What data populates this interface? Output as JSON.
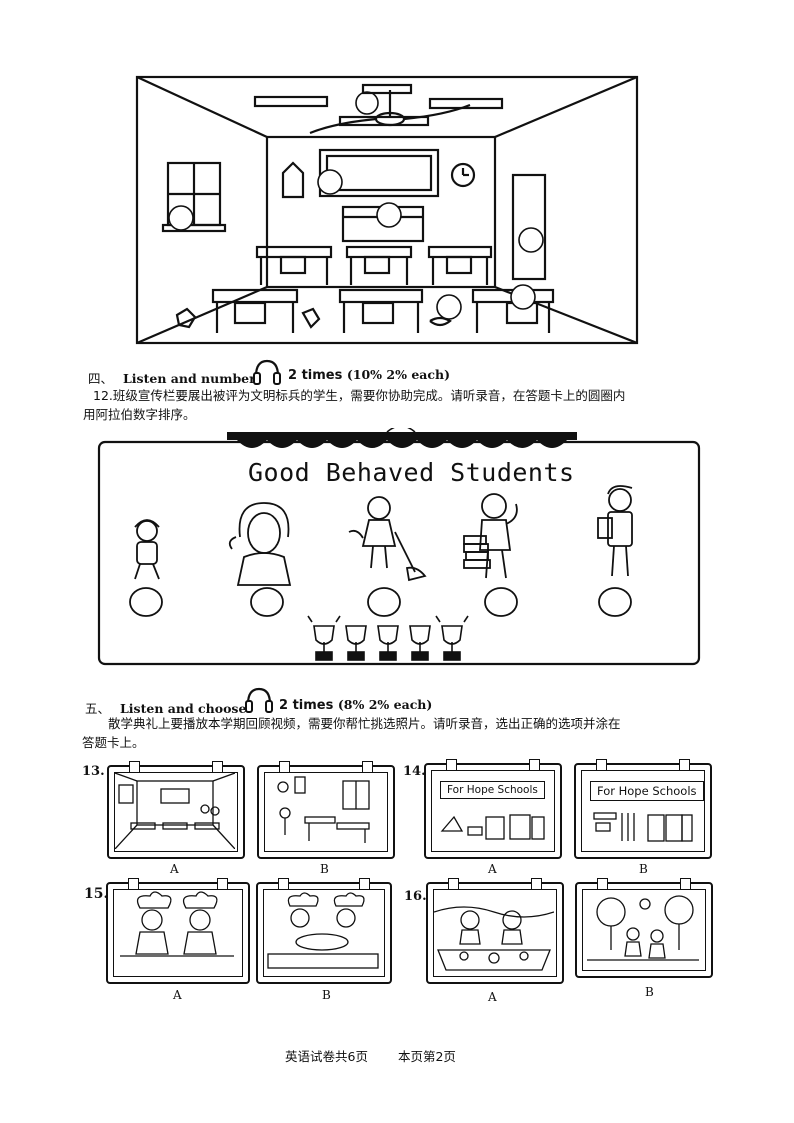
{
  "section4": {
    "number": "四、",
    "title": "Listen and number.",
    "times": "2 times",
    "scoring": "(10% 2% each)",
    "instruction_line1": "12.班级宣传栏要展出被评为文明标兵的学生，需要你协助完成。请听录音，在答题卡上的圆圈内",
    "instruction_line2": "用阿拉伯数字排序。",
    "board_title": "Good Behaved Students"
  },
  "section5": {
    "number": "五、",
    "title": "Listen and choose.",
    "times": "2 times",
    "scoring": "(8% 2% each)",
    "instruction_line1": "散学典礼上要播放本学期回顾视频，需要你帮忙挑选照片。请听录音，选出正确的选项并涂在",
    "instruction_line2": "答题卡上。",
    "questions": [
      {
        "number": "13.",
        "option_a": "A",
        "option_b": "B"
      },
      {
        "number": "14.",
        "option_a": "A",
        "option_b": "B",
        "sign_a": "For Hope Schools",
        "sign_b": "For Hope Schools"
      },
      {
        "number": "15.",
        "option_a": "A",
        "option_b": "B"
      },
      {
        "number": "16.",
        "option_a": "A",
        "option_b": "B"
      }
    ]
  },
  "footer": {
    "left": "英语试卷共6页",
    "right": "本页第2页"
  },
  "icons": [
    "headphones-icon",
    "ceiling-fan-icon",
    "clock-icon",
    "trophy-icon",
    "student-icon"
  ]
}
